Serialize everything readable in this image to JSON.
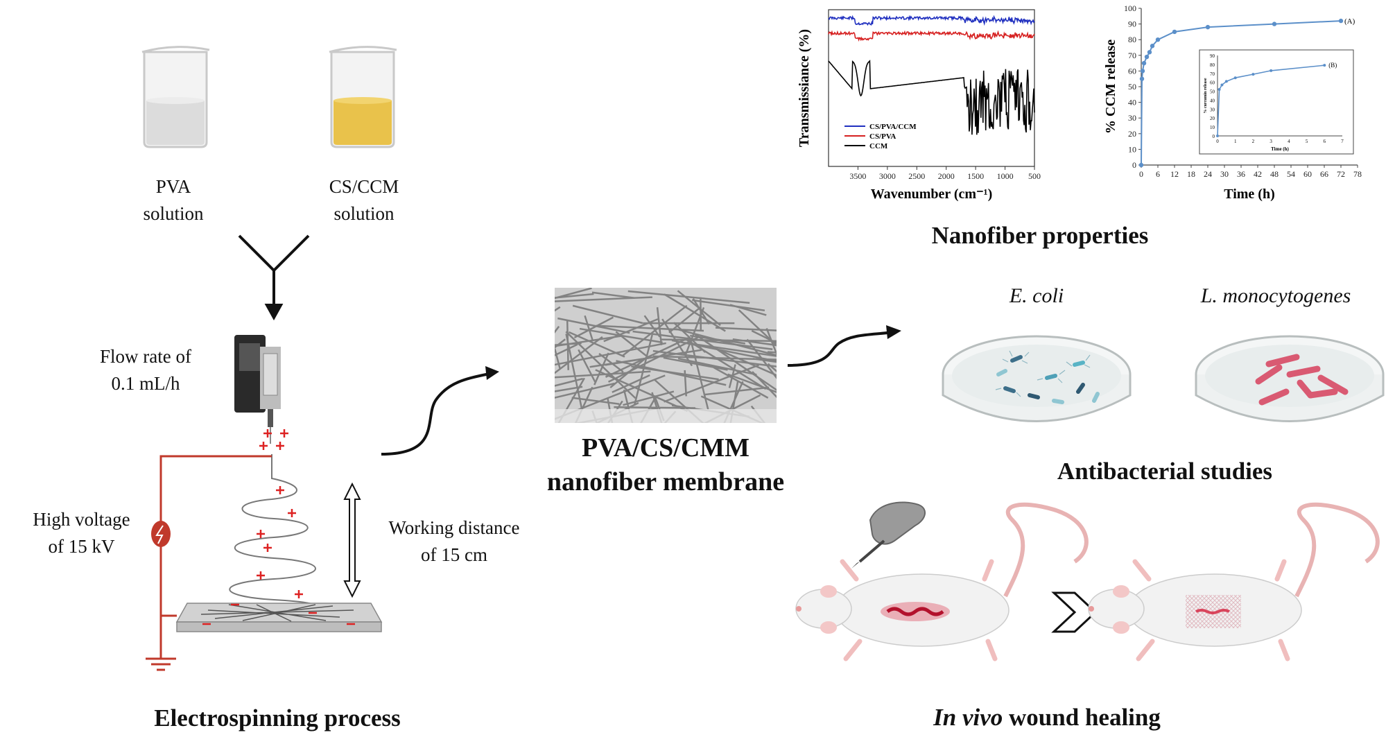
{
  "electrospinning": {
    "pva_label_1": "PVA",
    "pva_label_2": "solution",
    "cs_label_1": "CS/CCM",
    "cs_label_2": "solution",
    "flow_1": "Flow rate of",
    "flow_2": "0.1 mL/h",
    "voltage_1": "High voltage",
    "voltage_2": "of 15 kV",
    "distance_1": "Working distance",
    "distance_2": "of  15 cm",
    "title": "Electrospinning process",
    "colors": {
      "pva": "#d9d9d9",
      "cs_ccm": "#e8c24a",
      "circuit": "#c0392b"
    }
  },
  "membrane": {
    "title_1": "PVA/CS/CMM",
    "title_2": "nanofiber membrane"
  },
  "properties": {
    "title": "Nanofiber properties"
  },
  "antibacterial": {
    "ecoli": "E. coli",
    "listeria": "L. monocytogenes",
    "title": "Antibacterial studies"
  },
  "wound": {
    "title_italic": "In vivo",
    "title_rest": " wound healing"
  },
  "chart_data": [
    {
      "type": "line",
      "xlabel": "Wavenumber (cm⁻¹)",
      "ylabel": "Transmissiance (%)",
      "x_ticks": [
        3500,
        3000,
        2500,
        2000,
        1500,
        1000,
        500
      ],
      "xlim": [
        4000,
        500
      ],
      "series": [
        {
          "name": "CS/PVA/CCM",
          "color": "#1f2fbf"
        },
        {
          "name": "CS/PVA",
          "color": "#d62020"
        },
        {
          "name": "CCM",
          "color": "#000000"
        }
      ]
    },
    {
      "type": "line",
      "xlabel": "Time (h)",
      "ylabel": "% CCM release",
      "series_label": "(A)",
      "x_ticks": [
        0,
        6,
        12,
        18,
        24,
        30,
        36,
        42,
        48,
        54,
        60,
        66,
        72,
        78
      ],
      "y_ticks": [
        0,
        10,
        20,
        30,
        40,
        50,
        60,
        70,
        80,
        90,
        100
      ],
      "xlim": [
        0,
        78
      ],
      "ylim": [
        0,
        100
      ],
      "x": [
        0,
        0.25,
        0.5,
        1,
        2,
        3,
        4,
        6,
        12,
        24,
        48,
        72
      ],
      "values": [
        0,
        55,
        60,
        65,
        69,
        72,
        76,
        80,
        85,
        88,
        90,
        92
      ],
      "inset": {
        "series_label": "(B)",
        "xlabel": "Time (h)",
        "ylabel": "% curcumin release",
        "x_ticks": [
          0,
          1,
          2,
          3,
          4,
          5,
          6,
          7
        ],
        "y_ticks": [
          0,
          10,
          20,
          30,
          40,
          50,
          60,
          70,
          80,
          90
        ],
        "xlim": [
          0,
          7
        ],
        "ylim": [
          0,
          90
        ],
        "x": [
          0,
          0.1,
          0.25,
          0.5,
          1,
          2,
          3,
          6
        ],
        "values": [
          0,
          52,
          57,
          61,
          65,
          69,
          73,
          79
        ]
      }
    }
  ]
}
